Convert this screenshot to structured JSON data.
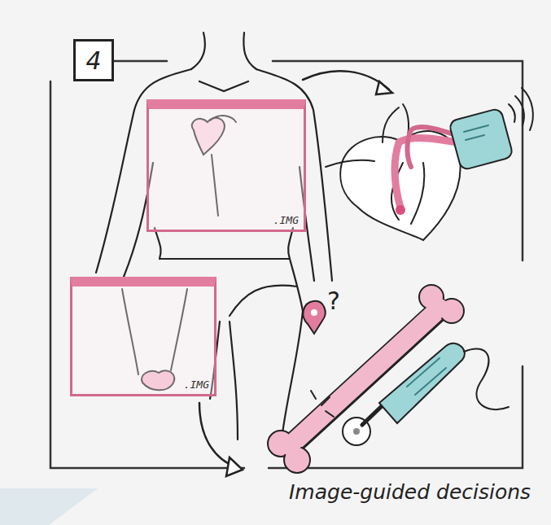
{
  "diagram": {
    "caption": "Image-guided decisions",
    "nodes": [
      {
        "text": [
          "4"
        ]
      },
      {
        "text": [
          ".IMG"
        ]
      },
      {
        "text": [
          ".IMG"
        ]
      }
    ],
    "labels": [
      "?"
    ]
  }
}
